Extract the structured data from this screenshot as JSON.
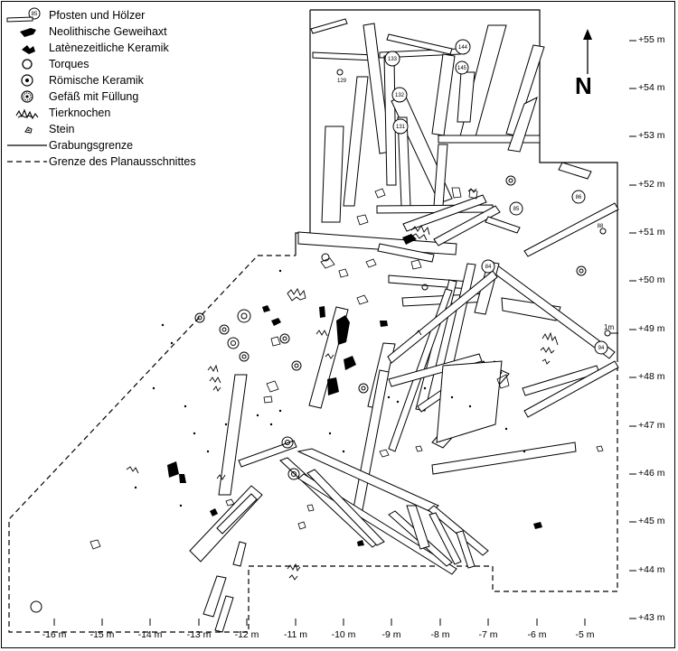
{
  "legend": {
    "items": [
      {
        "symbol": "post-icon",
        "sample_number": "85",
        "label": "Pfosten und Hölzer"
      },
      {
        "symbol": "antler-axe-icon",
        "label": "Neolithische Geweihaxt"
      },
      {
        "symbol": "latene-ceramic-icon",
        "label": "Latènezeitliche Keramik"
      },
      {
        "symbol": "torques-icon",
        "label": "Torques"
      },
      {
        "symbol": "roman-ceramic-icon",
        "label": "Römische Keramik"
      },
      {
        "symbol": "filled-vessel-icon",
        "label": "Gefäß mit Füllung"
      },
      {
        "symbol": "animal-bones-icon",
        "label": "Tierknochen"
      },
      {
        "symbol": "stone-icon",
        "label": "Stein"
      },
      {
        "symbol": "solid-line",
        "label": "Grabungsgrenze"
      },
      {
        "symbol": "dashed-line",
        "label": "Grenze des Planausschnittes"
      }
    ]
  },
  "north_label": "N",
  "scale_label": "1m",
  "y_axis": [
    "+55 m",
    "+54 m",
    "+53 m",
    "+52 m",
    "+51 m",
    "+50 m",
    "+49 m",
    "+48 m",
    "+47 m",
    "+46 m",
    "+45 m",
    "+44 m",
    "+43 m"
  ],
  "x_axis": [
    "-16 m",
    "-15 m",
    "-14 m",
    "-13 m",
    "-12 m",
    "-11 m",
    "-10 m",
    "-9 m",
    "-8 m",
    "-7 m",
    "-6 m",
    "-5 m"
  ],
  "posts": [
    "144",
    "133",
    "145",
    "129",
    "132",
    "131",
    "86",
    "85",
    "88",
    "84",
    "94"
  ]
}
